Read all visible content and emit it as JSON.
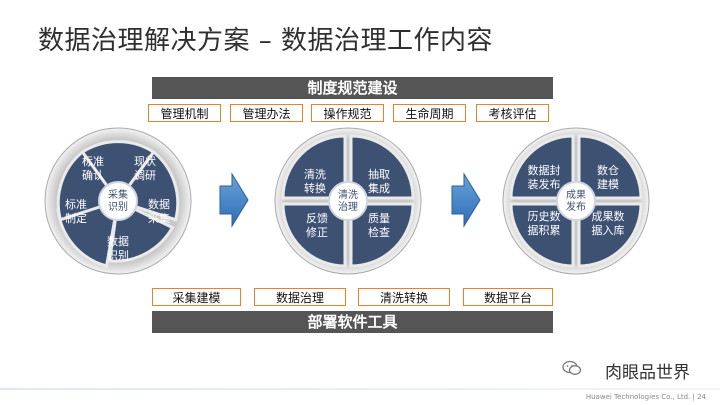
{
  "title": "数据治理解决方案 – 数据治理工作内容",
  "top_bar": "制度规范建设",
  "top_tags": [
    "管理机制",
    "管理办法",
    "操作规范",
    "生命周期",
    "考核评估"
  ],
  "bottom_tags": [
    "采集建模",
    "数据治理",
    "清洗转换",
    "数据平台"
  ],
  "bottom_bar": "部署软件工具",
  "wheel1": {
    "center": [
      "采集",
      "识别"
    ],
    "segments": [
      [
        "标准",
        "确认"
      ],
      [
        "现状",
        "调研"
      ],
      [
        "数据",
        "采集"
      ],
      [
        "数据",
        "识别"
      ],
      [
        "标准",
        "制定"
      ]
    ]
  },
  "wheel2": {
    "center": [
      "清洗",
      "治理"
    ],
    "segments": [
      [
        "清洗",
        "转换"
      ],
      [
        "抽取",
        "集成"
      ],
      [
        "质量",
        "检查"
      ],
      [
        "反馈",
        "修正"
      ]
    ]
  },
  "wheel3": {
    "center": [
      "成果",
      "发布"
    ],
    "segments": [
      [
        "数据封",
        "装发布"
      ],
      [
        "数仓",
        "建模"
      ],
      [
        "成果数",
        "据入库"
      ],
      [
        "历史数",
        "据积累"
      ]
    ]
  },
  "brand": "肉眼品世界",
  "copyright": "Huawei Technologies Co., Ltd.  |  24",
  "colors": {
    "bar": "#555555",
    "tag_border": "#e8822a",
    "segment": "#3d5173",
    "arrow": "#4a86c9"
  }
}
